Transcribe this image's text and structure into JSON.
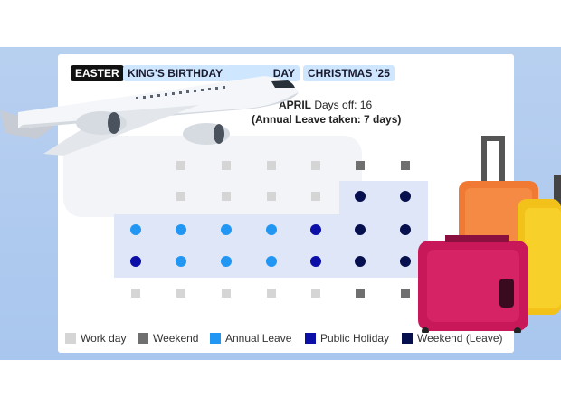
{
  "tabs": [
    {
      "label": "EASTER",
      "active": true
    },
    {
      "label": "KING'S BIRTHDAY",
      "active": false
    },
    {
      "label": "DAY",
      "active": false
    },
    {
      "label": "CHRISTMAS '25",
      "active": false
    }
  ],
  "month": {
    "name": "APRIL",
    "days_off_label": "Days off: 16"
  },
  "summary": "(Annual Leave taken: 7 days)",
  "calendar": {
    "rows": [
      [
        "work",
        "work",
        "work",
        "work",
        "weekend",
        "weekend"
      ],
      [
        "work",
        "work",
        "work",
        "work",
        "wkleave",
        "wkleave"
      ],
      [
        "annual",
        "annual",
        "annual",
        "annual",
        "public",
        "wkleave",
        "wkleave"
      ],
      [
        "public",
        "annual",
        "annual",
        "annual",
        "public",
        "wkleave",
        "wkleave"
      ],
      [
        "work",
        "work",
        "work",
        "work",
        "work",
        "weekend",
        "weekend"
      ]
    ]
  },
  "legend": [
    {
      "label": "Work day",
      "color": "#d5d5d5"
    },
    {
      "label": "Weekend",
      "color": "#6f6f6f"
    },
    {
      "label": "Annual Leave",
      "color": "#2196f3"
    },
    {
      "label": "Public Holiday",
      "color": "#0b0fa8"
    },
    {
      "label": "Weekend (Leave)",
      "color": "#07104f"
    }
  ],
  "icons": {
    "plane": "airplane-icon",
    "luggage": "suitcase-icon"
  }
}
